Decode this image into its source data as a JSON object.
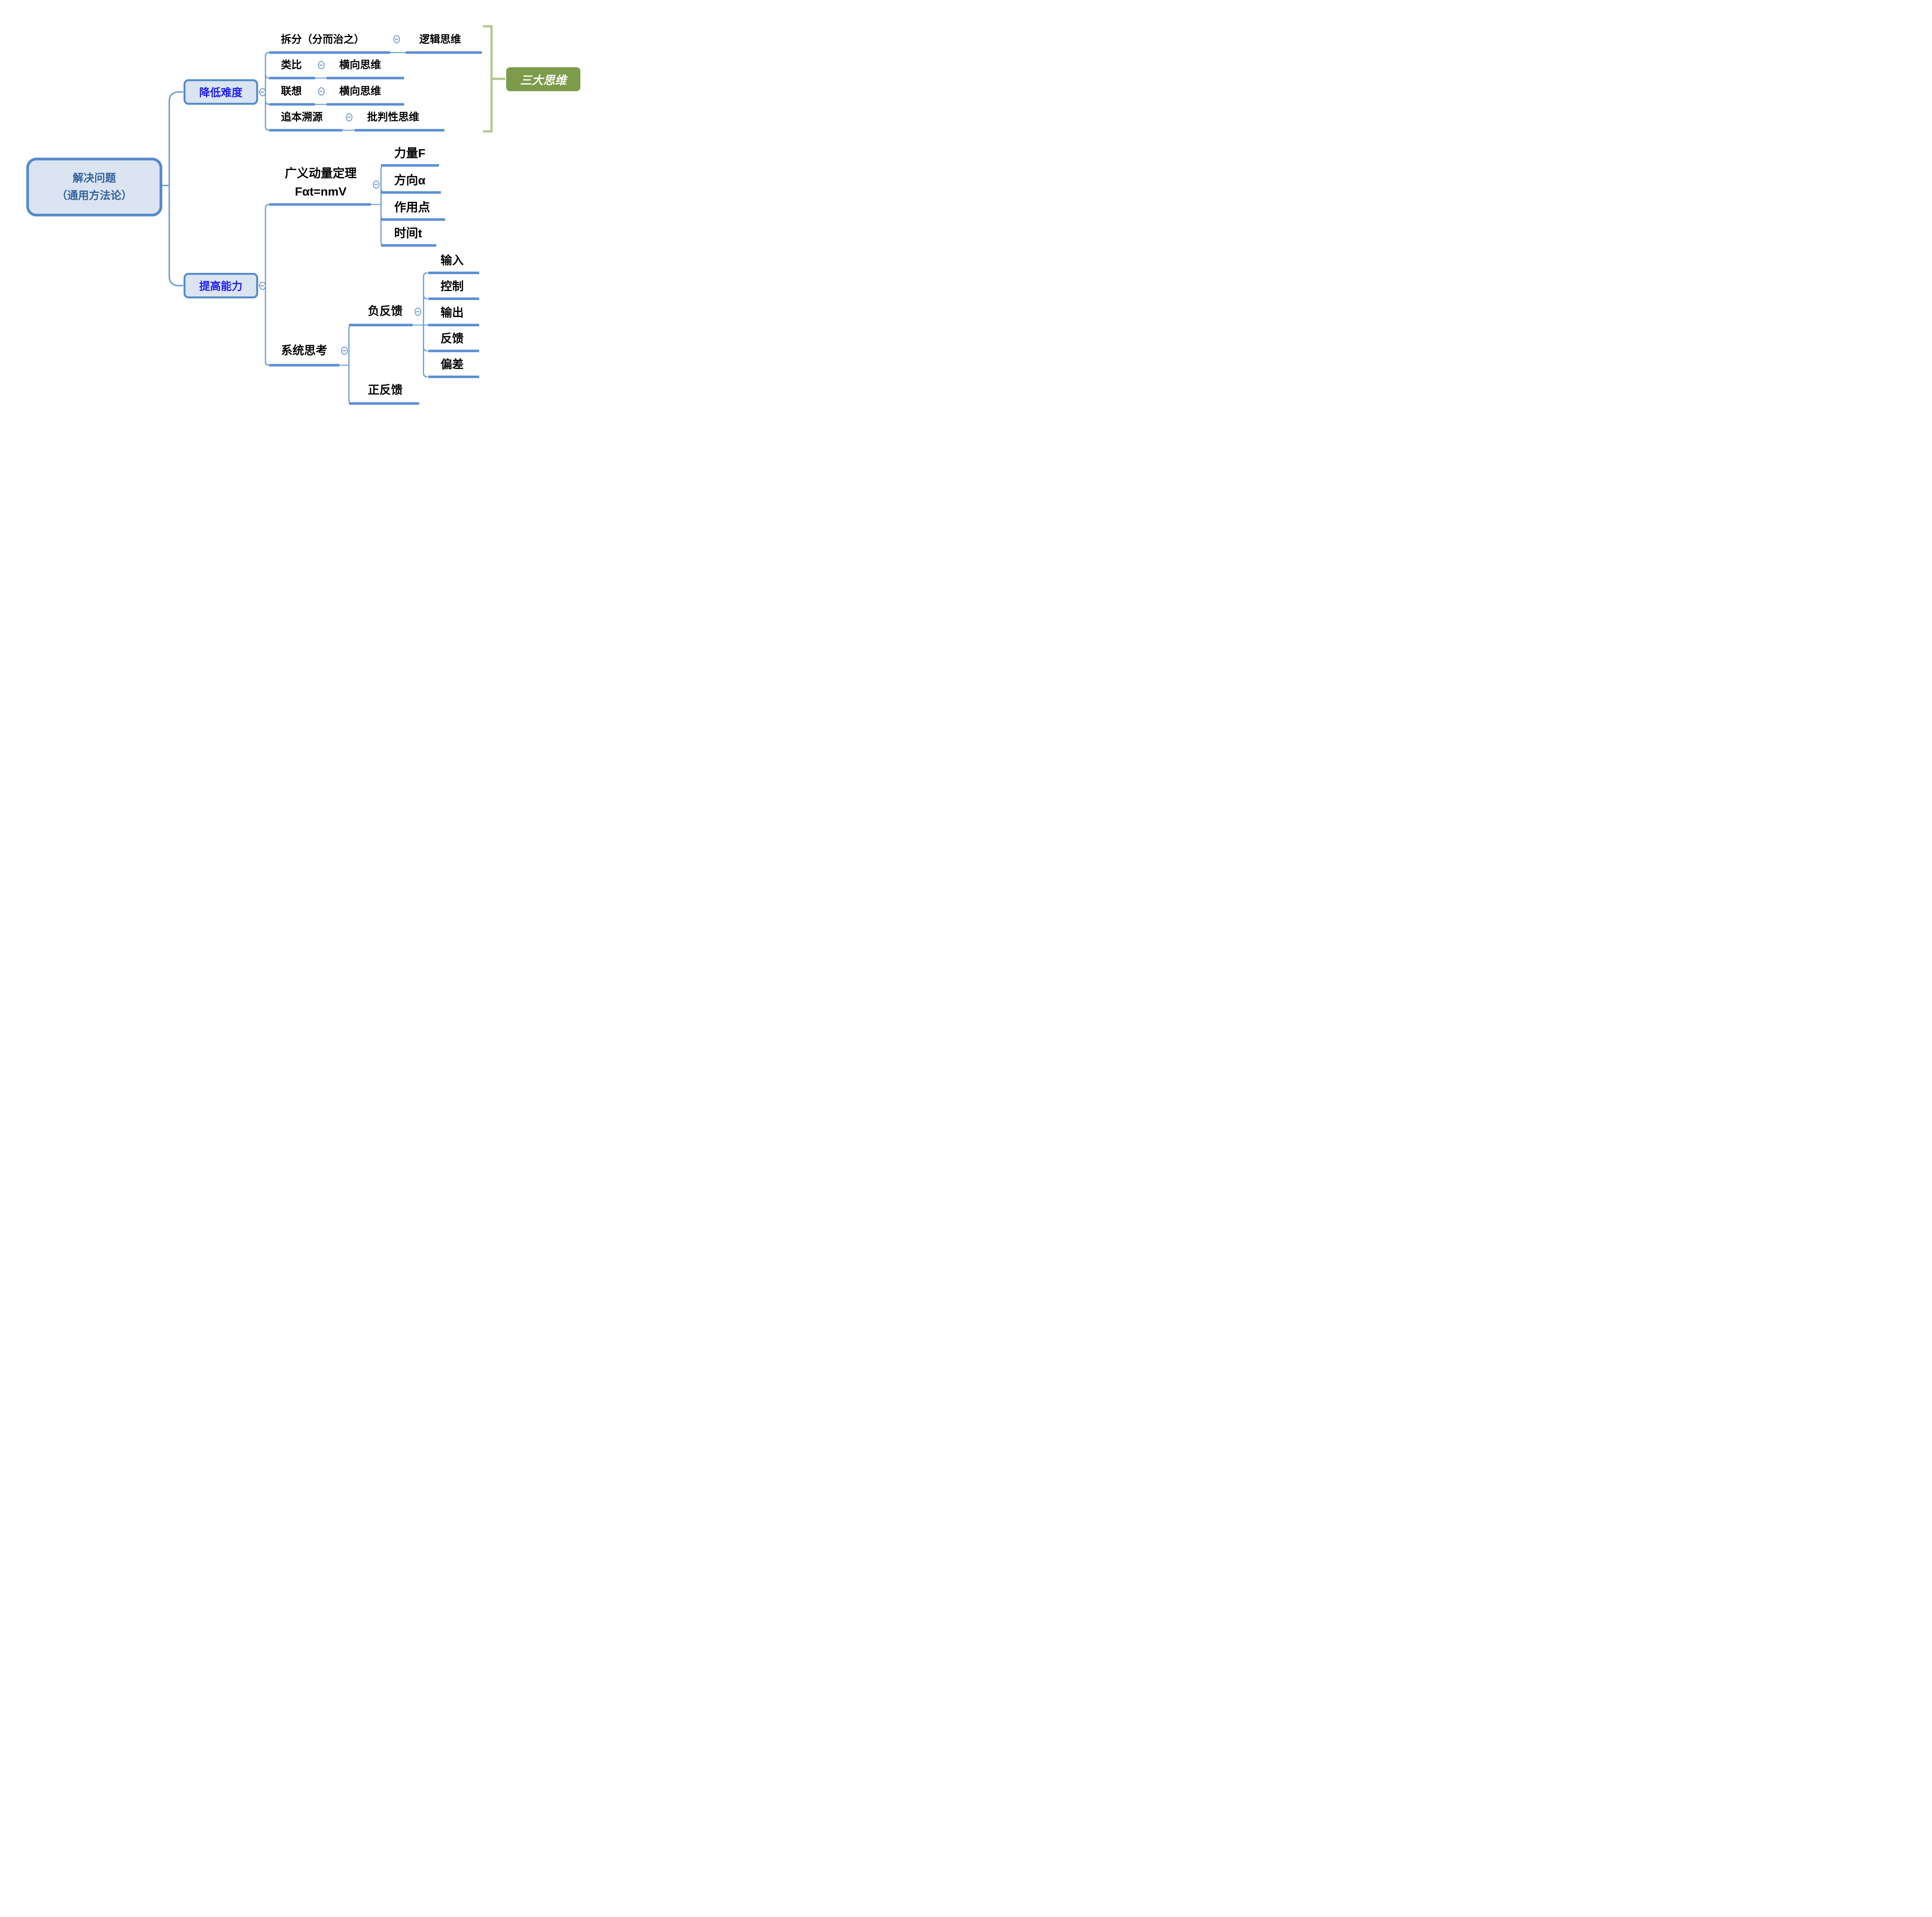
{
  "colors": {
    "node_border": "#568bcb",
    "node_fill": "#dbe4f1",
    "root_text": "#30619c",
    "branch_text": "#1d1df0",
    "topic_text": "#000000",
    "underline_blue": "#5b8ed6",
    "connector_blue": "#6a9ad2",
    "minus_dash": "#98a2c8",
    "bracket_green": "#b3ca94",
    "callout_green": "#7d9b4a",
    "callout_text": "#ffffff"
  },
  "root": {
    "line1": "解决问题",
    "line2": "（通用方法论）"
  },
  "reduce": {
    "label": "降低难度",
    "rows": [
      {
        "method": "拆分（分而治之）",
        "thinking": "逻辑思维"
      },
      {
        "method": "类比",
        "thinking": "横向思维"
      },
      {
        "method": "联想",
        "thinking": "横向思维"
      },
      {
        "method": "追本溯源",
        "thinking": "批判性思维"
      }
    ],
    "callout": "三大思维"
  },
  "improve": {
    "label": "提高能力",
    "momentum": {
      "title": "广义动量定理",
      "formula": "Fαt=nmV",
      "children": [
        "力量F",
        "方向α",
        "作用点",
        "时间t"
      ]
    },
    "system": {
      "label": "系统思考",
      "negative": {
        "label": "负反馈",
        "children": [
          "输入",
          "控制",
          "输出",
          "反馈",
          "偏差"
        ]
      },
      "positive": {
        "label": "正反馈"
      }
    }
  }
}
